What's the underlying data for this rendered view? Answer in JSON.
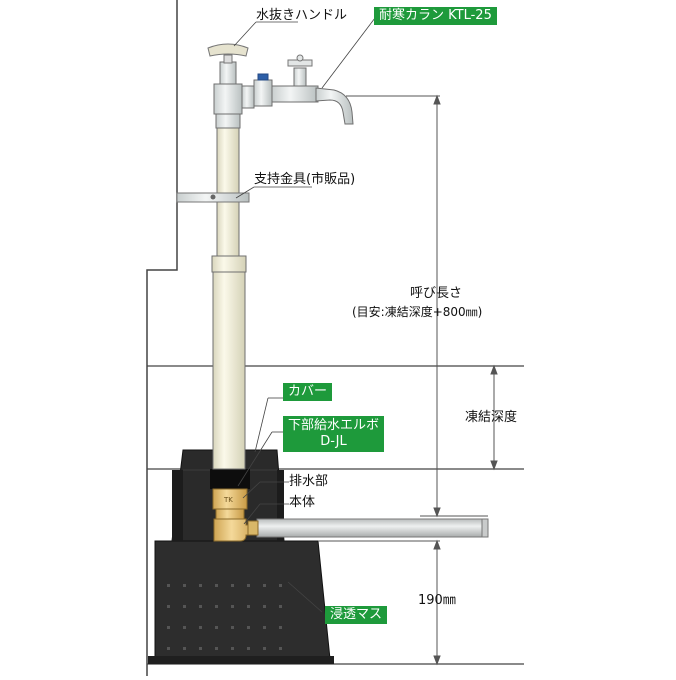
{
  "labels": {
    "drain_handle": "水抜きハンドル",
    "bracket": "支持金具(市販品)",
    "nominal_length": "呼び長さ",
    "nominal_length_note": "(目安:凍結深度+800㎜)",
    "frost_depth": "凍結深度",
    "drain_section": "排水部",
    "body": "本体",
    "dimension_190": "190㎜"
  },
  "tags": {
    "faucet": "耐寒カラン KTL-25",
    "cover": "カバー",
    "elbow_line1": "下部給水エルボ",
    "elbow_line2": "D-JL",
    "basin": "浸透マス"
  },
  "stamp_text": "TK",
  "colors": {
    "tag_green": "#1e9a3b",
    "pipe": "#f4f1dc",
    "pipe_outline": "#6f6f6f",
    "brass": "#e9c47a",
    "basin": "#2d2d2d",
    "cover_black": "#111111",
    "faucet_metal": "#dfe3e3"
  }
}
